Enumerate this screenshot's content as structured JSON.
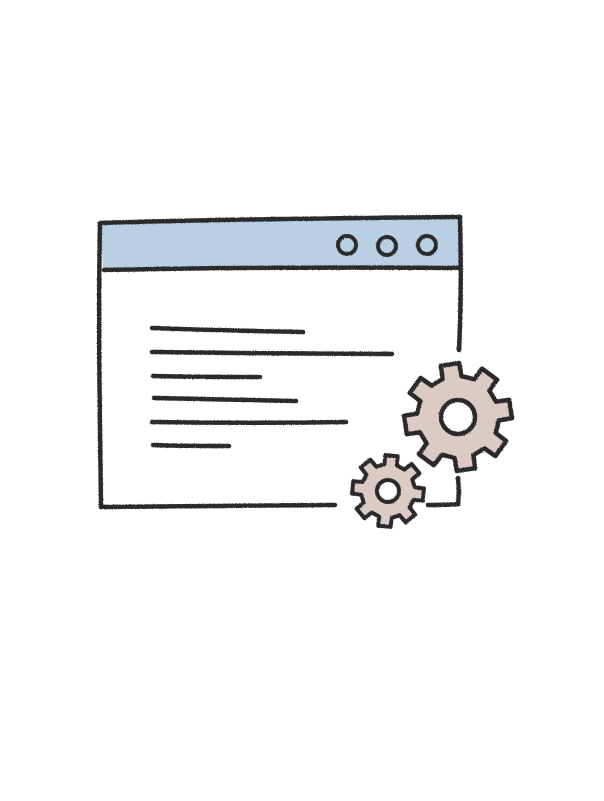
{
  "illustration": {
    "subject": "browser-window-with-settings-gears",
    "window": {
      "titlebar_color": "#b9cfe4",
      "outline_color": "#2b2b2b",
      "body_color": "#ffffff",
      "control_dots": [
        "dot-1",
        "dot-2",
        "dot-3"
      ],
      "text_line_count": 6
    },
    "gears": {
      "fill_color": "#dccbc4",
      "outline_color": "#2b2b2b",
      "icons": [
        "large-gear-icon",
        "small-gear-icon"
      ]
    }
  }
}
